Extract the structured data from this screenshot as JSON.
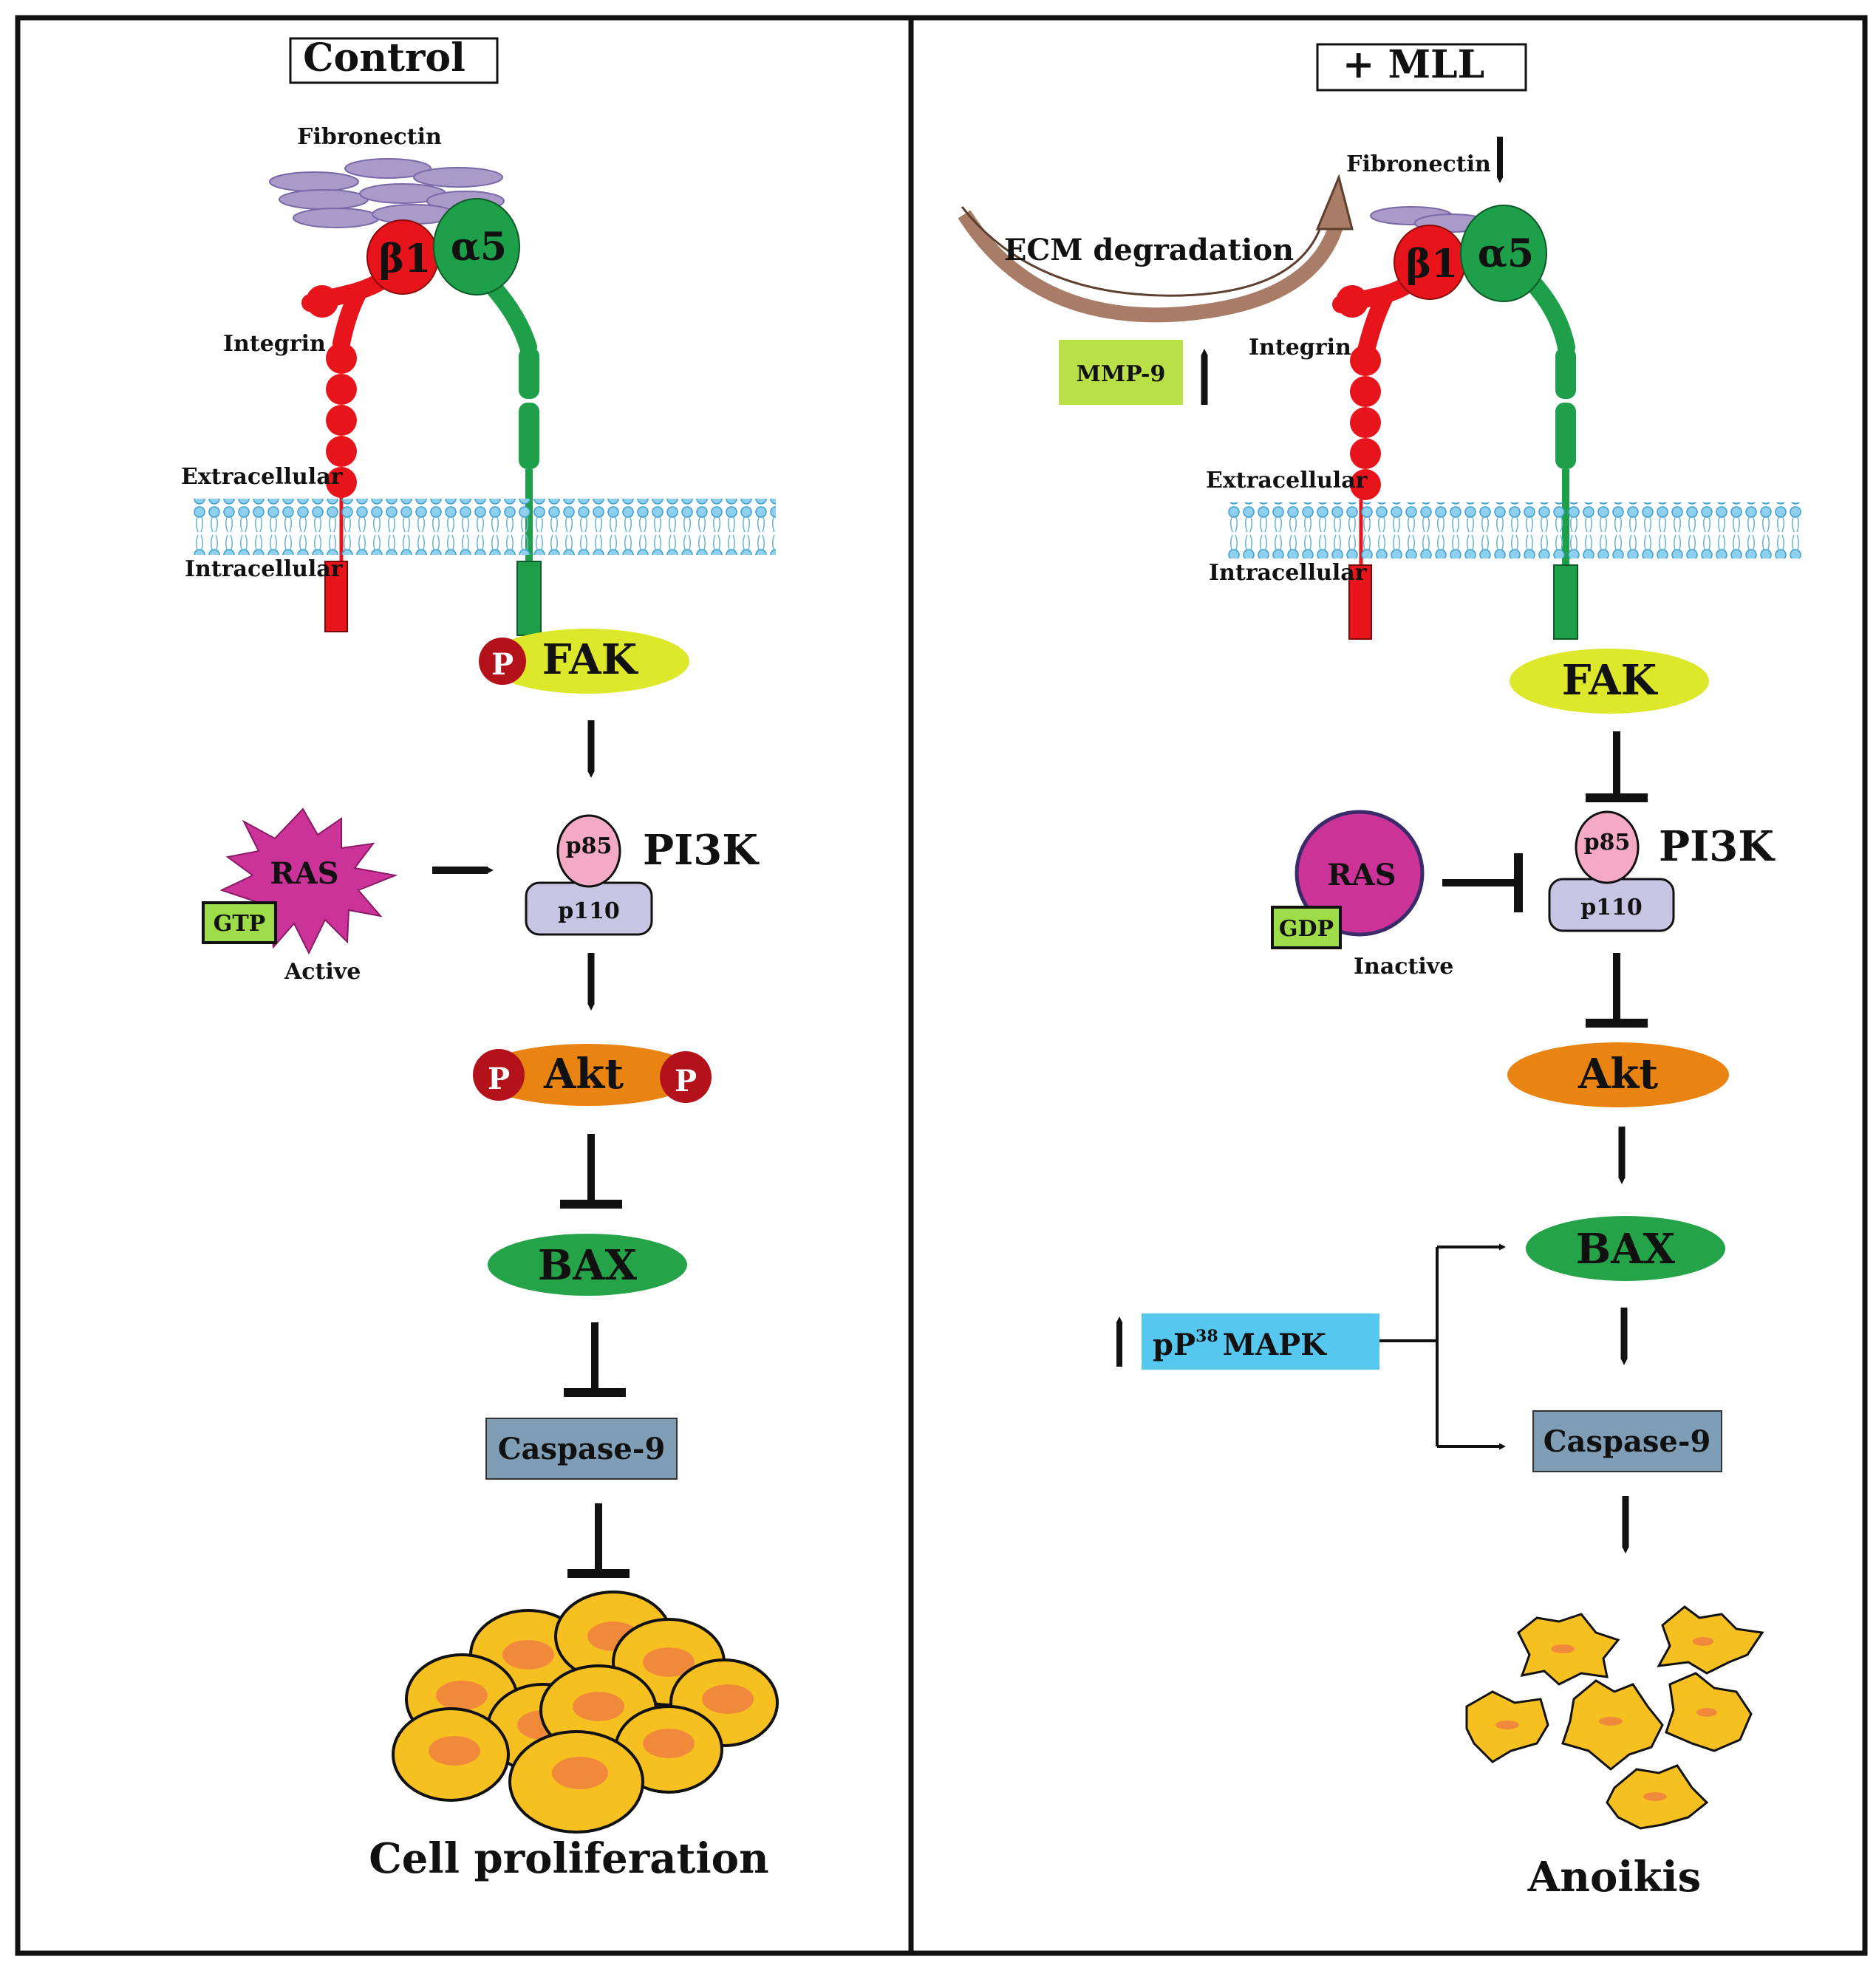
{
  "panels": {
    "control": {
      "title": "Control",
      "outcome": "Cell proliferation"
    },
    "mll": {
      "title": "+ MLL",
      "outcome": "Anoikis"
    }
  },
  "labels": {
    "fibronectin": "Fibronectin",
    "beta1": "β1",
    "alpha5": "α5",
    "integrin": "Integrin",
    "extracellular": "Extracellular",
    "intracellular": "Intracellular",
    "p": "P",
    "fak": "FAK",
    "p85": "p85",
    "p110": "p110",
    "pi3k": "PI3K",
    "ras": "RAS",
    "gtp": "GTP",
    "gdp": "GDP",
    "active": "Active",
    "inactive": "Inactive",
    "akt": "Akt",
    "bax": "BAX",
    "caspase9": "Caspase-9",
    "ecm_degradation": "ECM degradation",
    "mmp9": "MMP-9",
    "pp38_prefix": "pP",
    "pp38_sup": "38",
    "pp38_suffix": "MAPK"
  },
  "colors": {
    "beta1_red": "#e8141b",
    "alpha5_green": "#1ea04a",
    "fak_yellow": "#dde82a",
    "p_dark_red": "#b3121a",
    "p85_pink": "#f4a9c4",
    "p110_lavender": "#c8c4e4",
    "ras_magenta": "#cc3399",
    "gtp_green": "#9fdc4a",
    "akt_orange": "#e98412",
    "bax_green": "#24a348",
    "caspase_steel": "#7f9db5",
    "mmp9_green": "#b9e046",
    "pp38_cyan": "#56c8f0",
    "ecm_arrow_brown": "#a87c66",
    "fibronectin_purple": "#a99ac9",
    "membrane_blue": "#7ec6e8",
    "cell_yellow": "#f6c020",
    "cell_nucleus": "#f08a3a"
  }
}
